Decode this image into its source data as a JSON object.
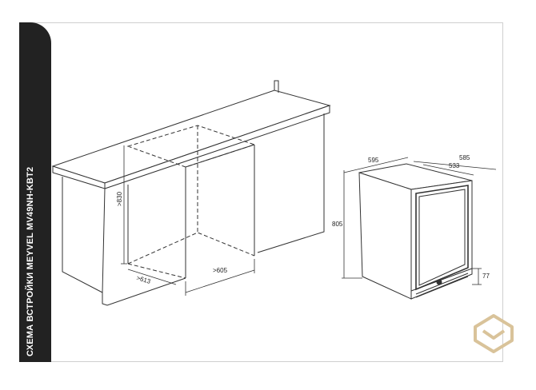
{
  "sidebar": {
    "title": "СХЕМА ВСТРОЙКИ MEYVEL  MV49NH-KBT2"
  },
  "colors": {
    "sidebar_bg": "#222222",
    "line": "#333333",
    "logo": "#d9c39a",
    "frame": "#cfcfcf"
  },
  "cabinet_dims": {
    "height": ">830",
    "depth": ">613",
    "width": ">605"
  },
  "fridge_dims": {
    "width": "595",
    "depth_total": "585",
    "depth_body": "533",
    "height": "805",
    "base": "77"
  },
  "logo": {
    "name": "meyvel-logo"
  }
}
